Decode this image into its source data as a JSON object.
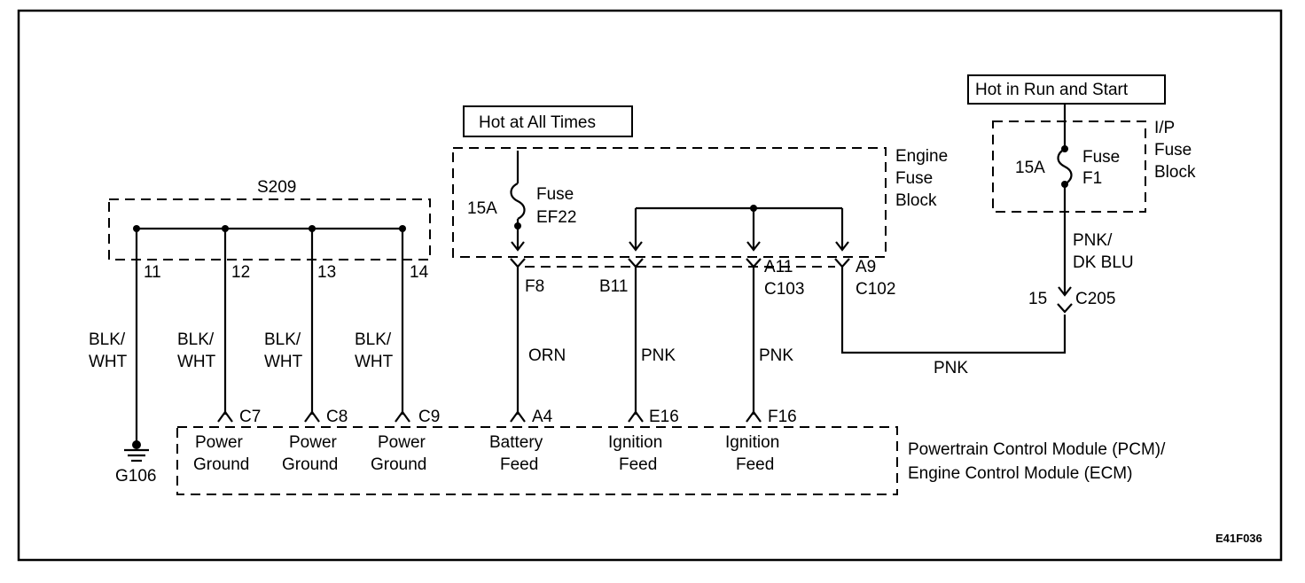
{
  "diagram_code": "E41F036",
  "power_sources": {
    "hot_all_times": "Hot at All Times",
    "hot_run_start": "Hot in Run and Start"
  },
  "engine_fuse_block": {
    "label_lines": [
      "Engine",
      "Fuse",
      "Block"
    ],
    "fuse_rating": "15A",
    "fuse_label_lines": [
      "Fuse",
      "EF22"
    ]
  },
  "ip_fuse_block": {
    "label_lines": [
      "I/P",
      "Fuse",
      "Block"
    ],
    "fuse_rating": "15A",
    "fuse_label_lines": [
      "Fuse",
      "F1"
    ]
  },
  "splice": {
    "name": "S209",
    "pins": [
      "11",
      "12",
      "13",
      "14"
    ]
  },
  "ground": {
    "name": "G106"
  },
  "connectors": {
    "f8": "F8",
    "b11": "B11",
    "a11": "A11",
    "c103": "C103",
    "a9": "A9",
    "c102": "C102",
    "c205_pin": "15",
    "c205": "C205"
  },
  "wires": {
    "blk_wht": [
      "BLK/",
      "WHT"
    ],
    "orn": "ORN",
    "pnk": "PNK",
    "pnk_dk_blu": [
      "PNK/",
      "DK BLU"
    ]
  },
  "pcm": {
    "label_lines": [
      "Powertrain Control Module (PCM)/",
      "Engine  Control Module (ECM)"
    ],
    "pins": [
      {
        "pin": "C7",
        "label": [
          "Power",
          "Ground"
        ]
      },
      {
        "pin": "C8",
        "label": [
          "Power",
          "Ground"
        ]
      },
      {
        "pin": "C9",
        "label": [
          "Power",
          "Ground"
        ]
      },
      {
        "pin": "A4",
        "label": [
          "Battery",
          "Feed"
        ]
      },
      {
        "pin": "E16",
        "label": [
          "Ignition",
          "Feed"
        ]
      },
      {
        "pin": "F16",
        "label": [
          "Ignition",
          "Feed"
        ]
      }
    ]
  }
}
